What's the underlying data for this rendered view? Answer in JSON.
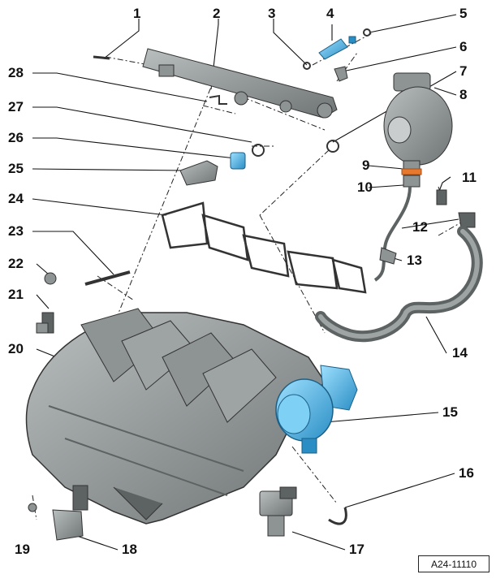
{
  "callouts": [
    "1",
    "2",
    "3",
    "4",
    "5",
    "6",
    "7",
    "8",
    "9",
    "10",
    "11",
    "12",
    "13",
    "14",
    "15",
    "16",
    "17",
    "18",
    "19",
    "20",
    "21",
    "22",
    "23",
    "24",
    "25",
    "26",
    "27",
    "28"
  ],
  "reference_code": "A24-11110",
  "colors": {
    "part_gray": "#8e9394",
    "part_dark": "#5d6263",
    "highlight_blue": "#3fb3e8",
    "highlight_orange": "#e8782c",
    "leader_line": "#111111"
  }
}
